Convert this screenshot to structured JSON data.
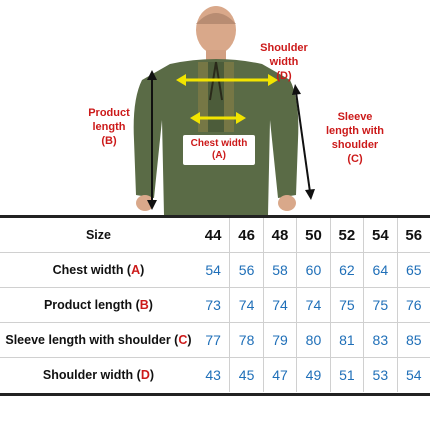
{
  "figure": {
    "shoulder_label": "Shoulder\nwidth",
    "shoulder_code": "(D)",
    "product_label": "Product\nlength",
    "product_code": "(B)",
    "sleeve_label": "Sleeve\nlength with\nshoulder",
    "sleeve_code": "(C)",
    "chest_label": "Chest width",
    "chest_code": "(A)",
    "shirt_color": "#5a6b46",
    "arrow_color": "#f2e400"
  },
  "table": {
    "header_label": "Size",
    "sizes": [
      "44",
      "46",
      "48",
      "50",
      "52",
      "54",
      "56"
    ],
    "rows": [
      {
        "label": "Chest width (",
        "letter": "A",
        "suffix": ")",
        "values": [
          "54",
          "56",
          "58",
          "60",
          "62",
          "64",
          "65"
        ]
      },
      {
        "label": "Product length (",
        "letter": "B",
        "suffix": ")",
        "values": [
          "73",
          "74",
          "74",
          "74",
          "75",
          "75",
          "76"
        ]
      },
      {
        "label": "Sleeve length with shoulder (",
        "letter": "C",
        "suffix": ")",
        "values": [
          "77",
          "78",
          "79",
          "80",
          "81",
          "83",
          "85"
        ]
      },
      {
        "label": "Shoulder width (",
        "letter": "D",
        "suffix": ")",
        "values": [
          "43",
          "45",
          "47",
          "49",
          "51",
          "53",
          "54"
        ]
      }
    ]
  }
}
